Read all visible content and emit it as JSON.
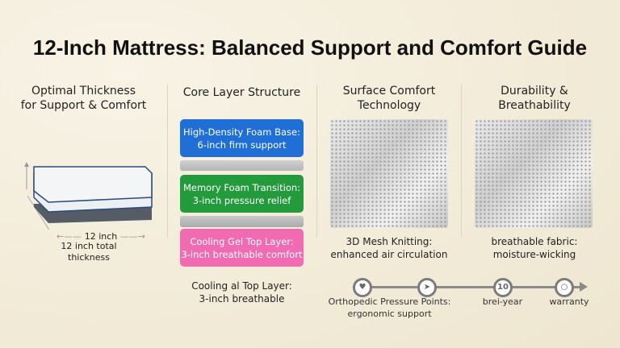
{
  "title": "12-Inch Mattress: Balanced Support and Comfort Guide",
  "columns": [
    {
      "heading_line1": "Optimal Thickness",
      "heading_line2": "for Support & Comfort",
      "dimension_label": "12 inch",
      "total_line1": "12 inch total",
      "total_line2": "thickness"
    },
    {
      "heading": "Core Layer Structure",
      "layers": [
        {
          "line1": "High-Density Foam Base:",
          "line2": "6-inch firm support",
          "color": "#1f6fd6"
        },
        {
          "line1": "Memory Foam Transition:",
          "line2": "3-inch pressure relief",
          "color": "#239a3c"
        },
        {
          "line1": "Cooling Gel Top Layer:",
          "line2": "3-inch breathable comfort",
          "color": "#f06bb2"
        }
      ],
      "note_line1": "Cooling al Top Layer:",
      "note_line2": "3-inch breathable"
    },
    {
      "heading_line1": "Surface Comfort",
      "heading_line2": "Technology",
      "caption_line1": "3D Mesh Knitting:",
      "caption_line2": "enhanced air circulation"
    },
    {
      "heading_line1": "Durability &",
      "heading_line2": "Breathability",
      "caption_line1": "breathable fabric:",
      "caption_line2": "moisture-wicking"
    }
  ],
  "timeline": {
    "node3_label": "10",
    "label1_line1": "Orthopedic Pressure Points:",
    "label1_line2": "ergonomic support",
    "label2": "brei-year",
    "label3": "warranty"
  }
}
